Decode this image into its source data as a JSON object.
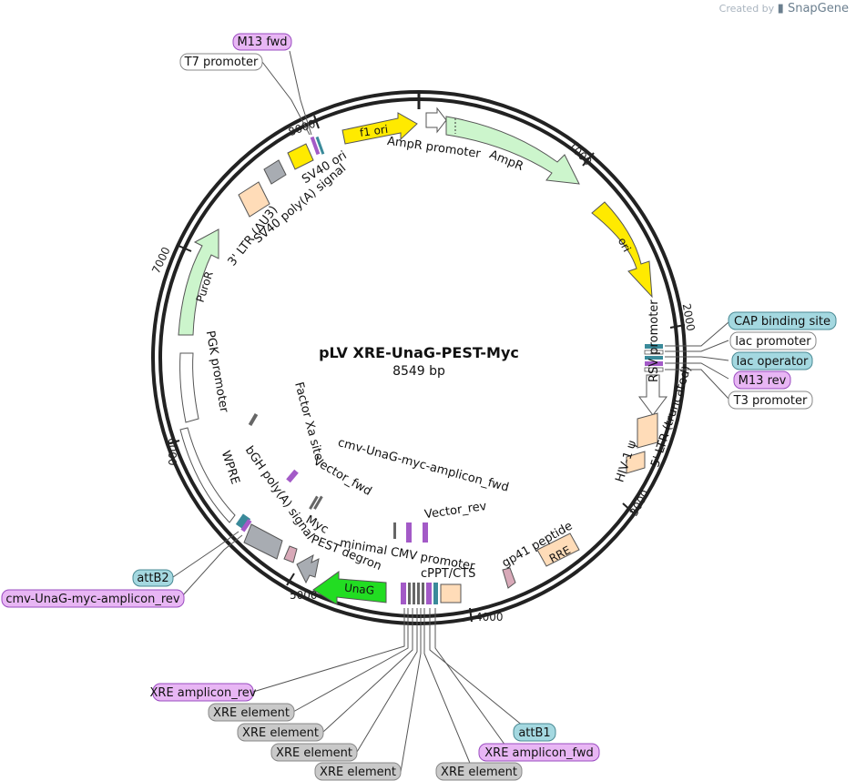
{
  "credit": {
    "prefix": "Created by",
    "brand": "SnapGene"
  },
  "plasmid": {
    "name": "pLV XRE-UnaG-PEST-Myc",
    "length": "8549 bp"
  },
  "ticks": [
    "1000",
    "2000",
    "3000",
    "4000",
    "5000",
    "6000",
    "7000",
    "8000"
  ],
  "features": {
    "f1_ori": "f1 ori",
    "ampr_promoter": "AmpR promoter",
    "ampr": "AmpR",
    "ori": "ori",
    "rsv_promoter": "RSV promoter",
    "ltr5": "5' LTR (truncated)",
    "hiv_psi": "HIV-1 ψ",
    "rre": "RRE",
    "gp41": "gp41 peptide",
    "cppt": "cPPT/CTS",
    "min_cmv": "minimal CMV promoter",
    "unag": "UnaG",
    "pest": "PEST degron",
    "myc": "Myc",
    "bgh": "bGH poly(A) signal",
    "wpre": "WPRE",
    "pgk": "PGK promoter",
    "puror": "PuroR",
    "ltr3": "3' LTR (ΔU3)",
    "sv40_polya": "SV40 poly(A) signal",
    "sv40_ori": "SV40 ori",
    "factor_xa": "Factor Xa site",
    "vector_fwd": "Vector_fwd",
    "vector_rev": "Vector_rev",
    "cmv_amp_fwd": "cmv-UnaG-myc-amplicon_fwd"
  },
  "callouts": {
    "m13_fwd": "M13 fwd",
    "t7": "T7 promoter",
    "cap": "CAP binding site",
    "lac_promoter": "lac promoter",
    "lac_operator": "lac operator",
    "m13_rev": "M13 rev",
    "t3": "T3 promoter",
    "attb2": "attB2",
    "cmv_amp_rev": "cmv-UnaG-myc-amplicon_rev",
    "xre_amp_rev": "XRE amplicon_rev",
    "xre1": "XRE element",
    "xre2": "XRE element",
    "xre3": "XRE element",
    "xre4": "XRE element",
    "xre5": "XRE element",
    "attb1": "attB1",
    "xre_amp_fwd": "XRE amplicon_fwd"
  },
  "colors": {
    "primer": "#e8b6f4",
    "primer_stroke": "#9a4cc0",
    "misc": "#a4d8e0",
    "promoter_pill": "#ffffff",
    "xre": "#c9c9c9",
    "f1ori": "#ffea00",
    "ampr": "#ccf5cc",
    "ltr": "#ffdcb8",
    "terminator": "#a8acb2",
    "unag": "#22dd22"
  }
}
